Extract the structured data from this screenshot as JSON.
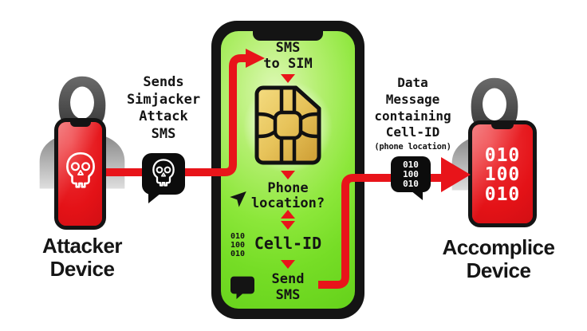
{
  "title": "Simjacker attack flow diagram",
  "colors": {
    "accent_red": "#e8141a",
    "screen_green": "#84e431",
    "sim_gold": "#e7c35a",
    "bubble_black": "#0c0c0c",
    "background": "#ffffff"
  },
  "icons": [
    "skull-icon",
    "sim-card-icon",
    "navigation-arrow-icon",
    "chat-bubble-icon",
    "hooded-attacker-figure",
    "down-arrow",
    "up-down-arrow",
    "flow-arrow"
  ],
  "attacker": {
    "device_label_lines": [
      "Attacker",
      "Device"
    ],
    "screen_icon": "skull-icon"
  },
  "left_flow": {
    "label_lines": [
      "Sends",
      "Simjacker",
      "Attack",
      "SMS"
    ],
    "bubble_icon": "skull-icon"
  },
  "center_phone": {
    "step_sms_to_sim_lines": [
      "SMS",
      "to SIM"
    ],
    "step_phone_location_lines": [
      "Phone",
      "location?"
    ],
    "step_cell_id": "Cell-ID",
    "step_send_sms_lines": [
      "Send",
      "SMS"
    ],
    "binary_lines": [
      "010",
      "100",
      "010"
    ]
  },
  "right_flow": {
    "label_lines": [
      "Data",
      "Message",
      "containing",
      "Cell-ID"
    ],
    "sub_label": "(phone location)",
    "bubble_binary_lines": [
      "010",
      "100",
      "010"
    ]
  },
  "accomplice": {
    "device_label_lines": [
      "Accomplice",
      "Device"
    ],
    "screen_binary_lines": [
      "010",
      "100",
      "010"
    ]
  }
}
